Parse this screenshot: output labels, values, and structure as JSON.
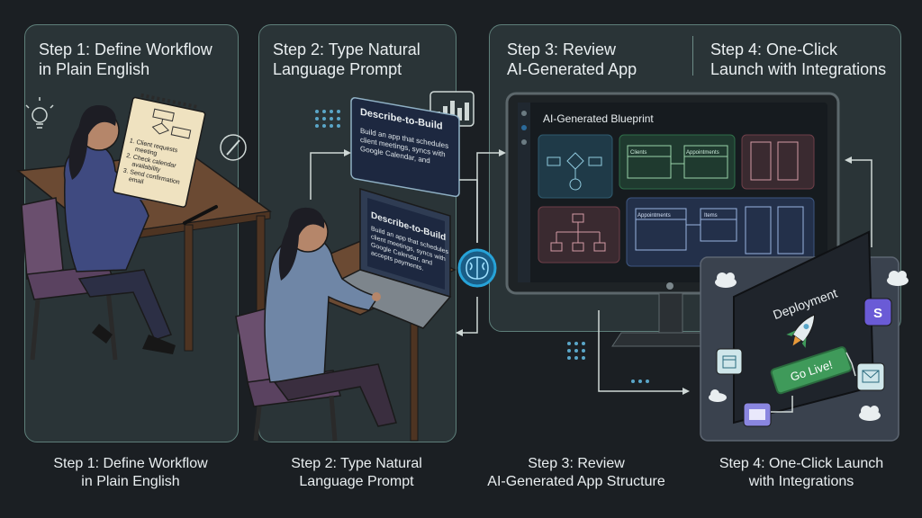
{
  "steps": [
    {
      "title": "Step 1: Define Workflow\nin Plain English",
      "caption": "Step 1: Define Workflow\nin Plain English"
    },
    {
      "title": "Step 2: Type Natural\nLanguage Prompt",
      "caption": "Step 2: Type Natural\nLanguage Prompt"
    },
    {
      "title": "Step 3: Review\nAI-Generated App",
      "caption": "Step 3: Review\nAI-Generated App Structure"
    },
    {
      "title": "Step 4: One-Click\nLaunch with Integrations",
      "caption": "Step 4: One-Click Launch\nwith Integrations"
    }
  ],
  "notepad": {
    "lines": [
      "1. Client requests",
      "meeting",
      "2. Check calendar",
      "availability",
      "3. Send confirmation",
      "email"
    ]
  },
  "prompt_card": {
    "title": "Describe-to-Build",
    "lines": [
      "Build an app that schedules",
      "client meetings, syncs with",
      "Google Calendar, and"
    ]
  },
  "laptop_screen": {
    "title": "Describe-to-Build",
    "lines": [
      "Build an app that schedules",
      "client meetings, syncs with",
      "Google Calendar, and",
      "accepts payments."
    ]
  },
  "monitor": {
    "header": "AI-Generated Blueprint",
    "table_clients": "Clients",
    "table_appointments": "Appointments",
    "table_appointments_2": "Appointments",
    "table_items": "Items"
  },
  "deployment": {
    "title": "Deployment",
    "go_live": "Go Live!",
    "stripe_letter": "S"
  },
  "icons": [
    "lightbulb-icon",
    "pencil-icon",
    "chart-icon",
    "brain-icon",
    "rocket-icon",
    "calendar-icon",
    "card-icon",
    "mail-icon",
    "cloud-icon",
    "stripe-icon"
  ],
  "colors": {
    "accent_green": "#3f9a5a",
    "brain_blue": "#27a3d8",
    "panel_border": "#5e7f7a",
    "stripe_purple": "#6a5bd6"
  }
}
